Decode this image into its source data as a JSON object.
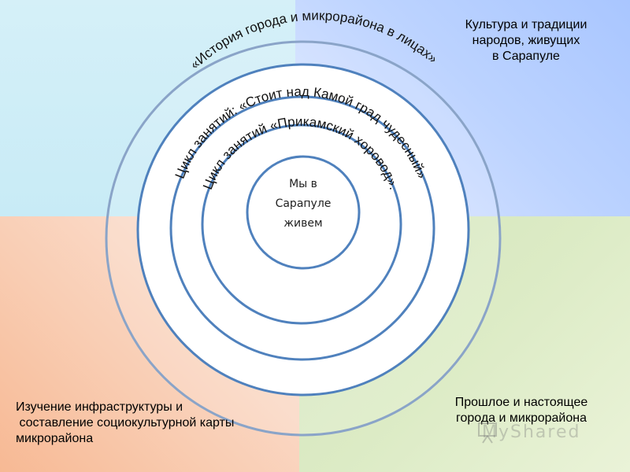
{
  "diagram": {
    "center_text": "Мы в\nСарапуле\nживем",
    "rings": [
      {
        "text": "Цикл занятий «Прикамский хоровод»."
      },
      {
        "text": "Цикл занятий: «Стоит над Камой град чудесный»"
      },
      {
        "text": "«История города и микрорайона в лицах»"
      }
    ],
    "quadrants": {
      "top_right": "Культура и традиции\nнародов, живущих\nв Сарапуле",
      "bottom_left": "Изучение инфраструктуры и\n составление социокультурной карты\nмикрорайона",
      "bottom_right": "Прошлое и настоящее\nгорода и микрорайона"
    },
    "colors": {
      "ring_stroke": "#4f81bd",
      "ring_fill": "#ffffff",
      "quad_top_left": "#cdeef7",
      "quad_top_right": "#b3cdff",
      "quad_bottom_left": "#f8c2a2",
      "quad_bottom_right": "#dcebc5"
    }
  },
  "watermark": {
    "icon": "presentation-board-icon",
    "text": "MyShared"
  }
}
